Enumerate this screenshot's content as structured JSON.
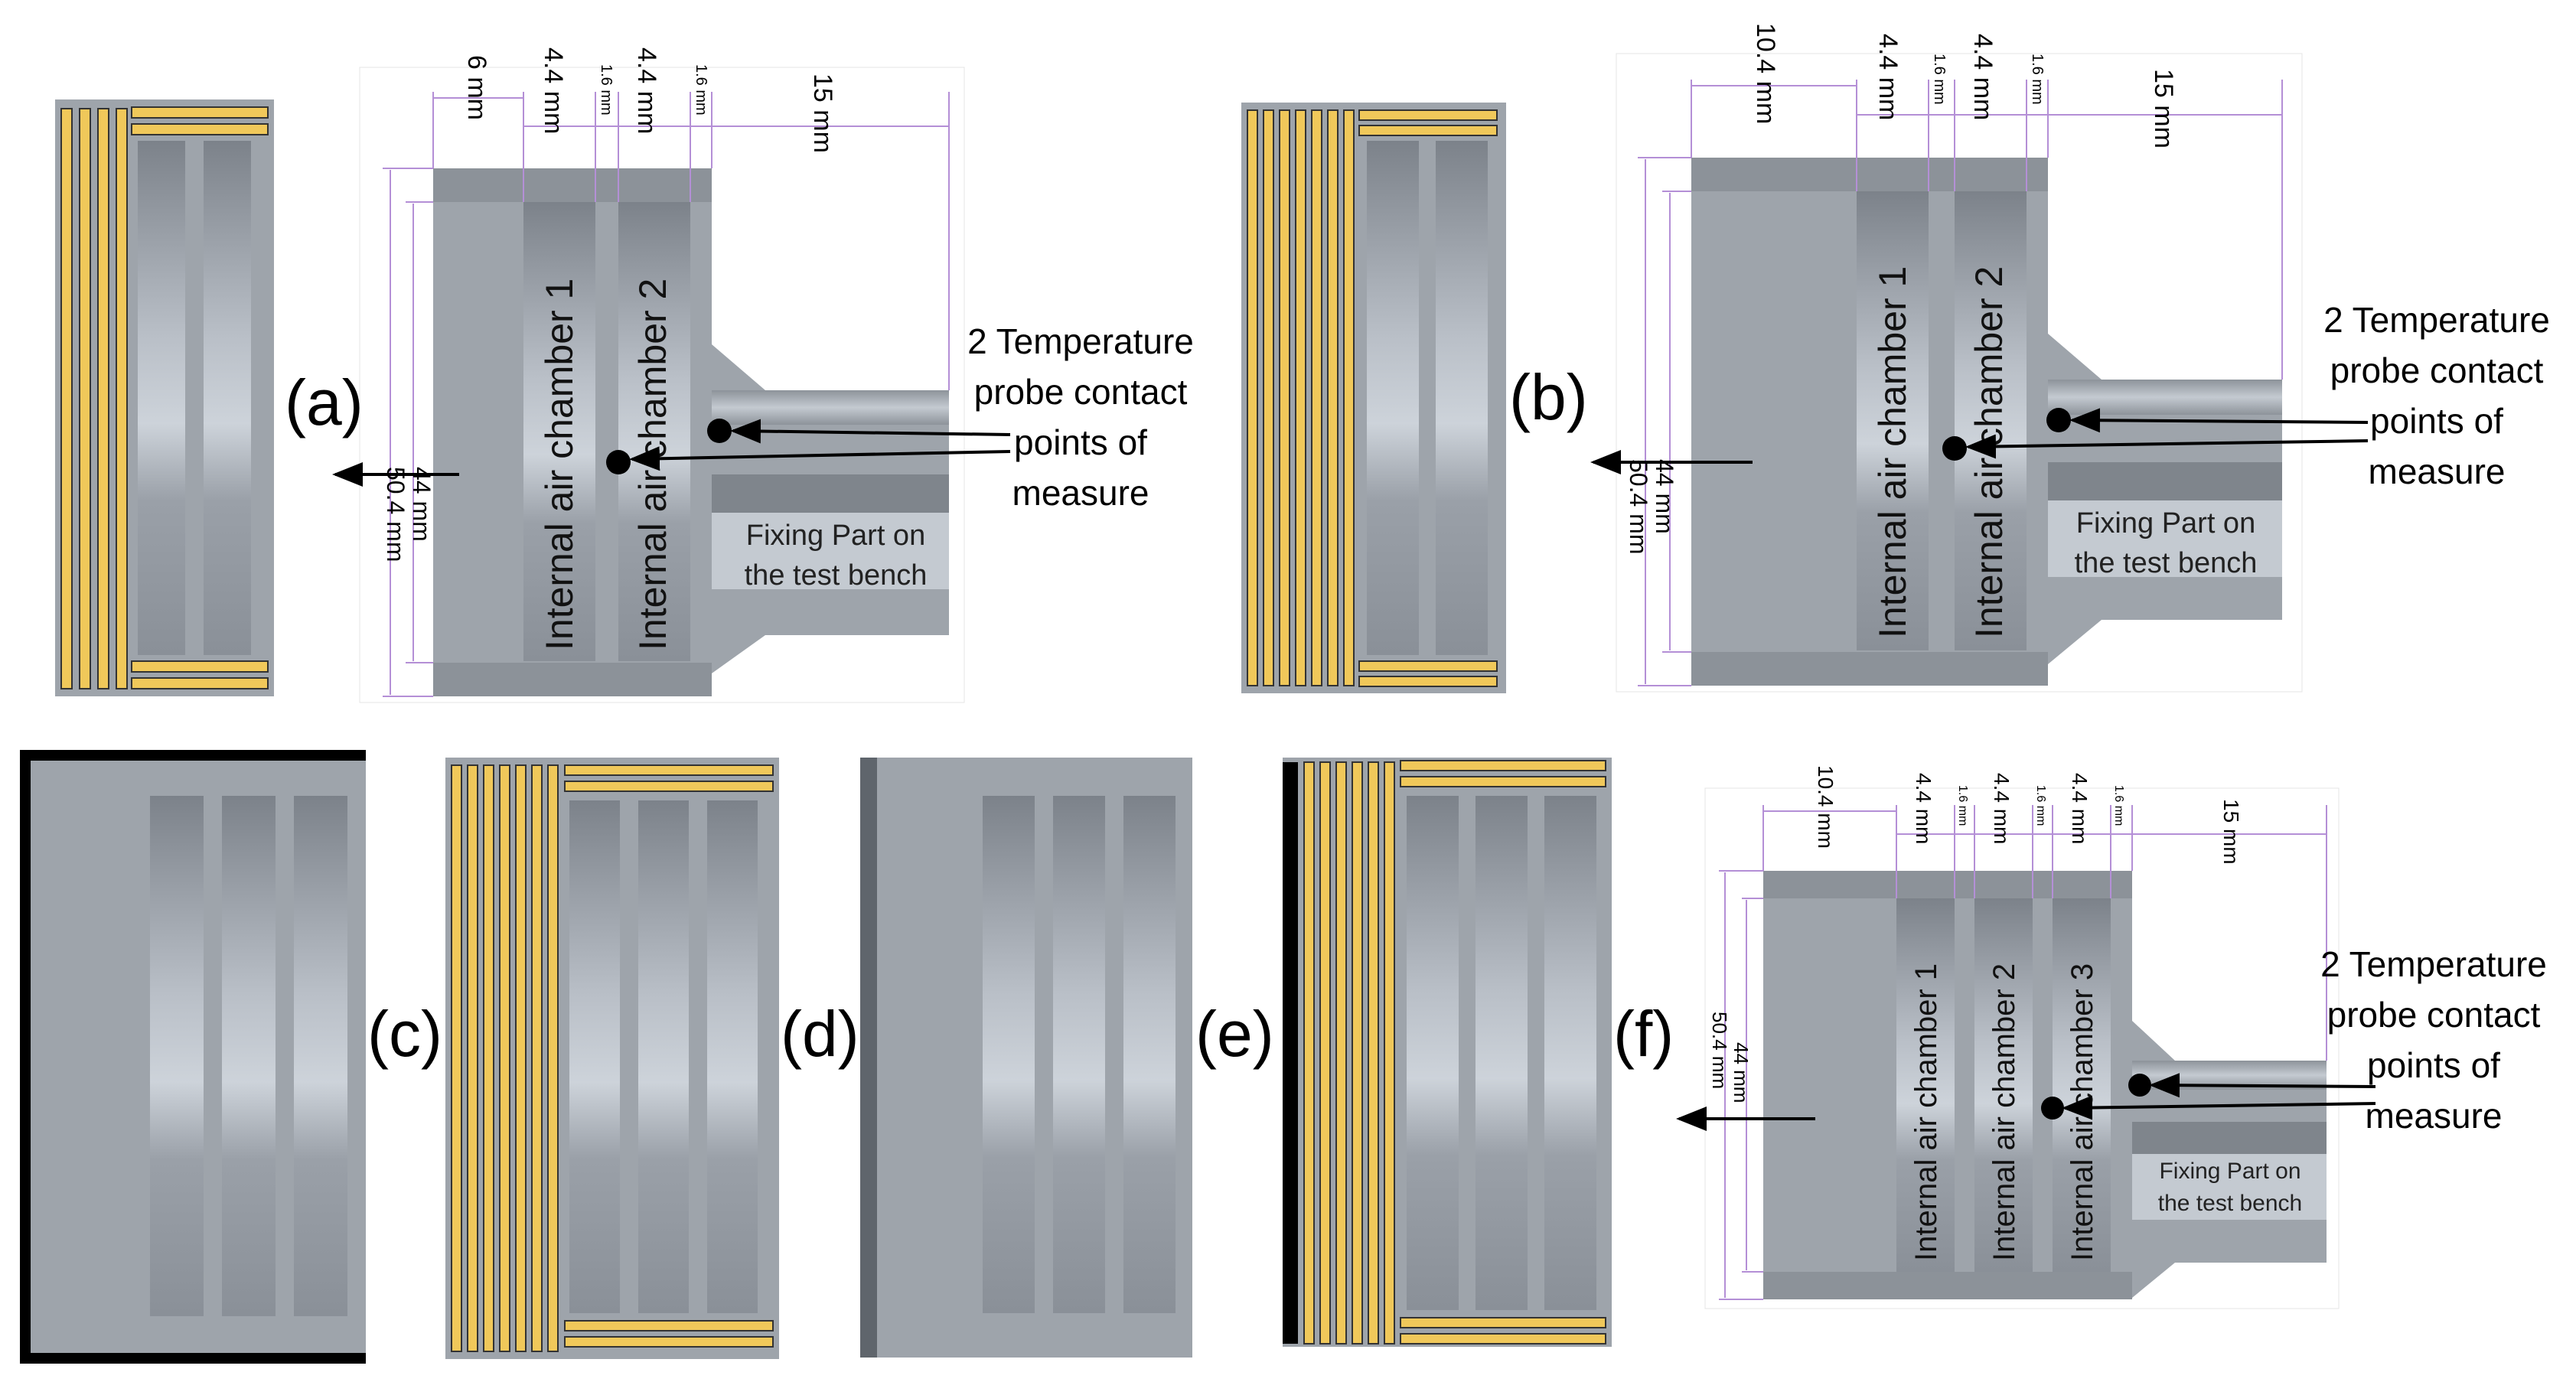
{
  "colors": {
    "body_gray": "#9ea4ab",
    "dark_gray": "#7f858c",
    "chamber_light": "#c9cfd6",
    "chamber_dark": "#7c828a",
    "gold": "#f0c85a",
    "dim_line": "#b48fd6",
    "black": "#000000"
  },
  "panels": {
    "a": {
      "label": "(a)"
    },
    "b": {
      "label": "(b)"
    },
    "c": {
      "label": "(c)"
    },
    "d": {
      "label": "(d)"
    },
    "e": {
      "label": "(e)"
    },
    "f": {
      "label": "(f)"
    }
  },
  "dims": {
    "a": {
      "left": "6 mm",
      "chamber1": "4.4 mm",
      "gap1": "1.6 mm",
      "chamber2": "4.4 mm",
      "gap2": "1.6 mm",
      "right": "15 mm",
      "h_inner": "44 mm",
      "h_outer": "50.4 mm"
    },
    "b": {
      "left": "10.4 mm",
      "chamber1": "4.4 mm",
      "gap1": "1.6 mm",
      "chamber2": "4.4 mm",
      "gap2": "1.6 mm",
      "right": "15 mm",
      "h_inner": "44 mm",
      "h_outer": "50.4 mm"
    },
    "f": {
      "left": "10.4 mm",
      "chamber1": "4.4 mm",
      "gap1": "1.6 mm",
      "chamber2": "4.4 mm",
      "gap2": "1.6 mm",
      "chamber3": "4.4 mm",
      "gap3": "1.6 mm",
      "right": "15 mm",
      "h_inner": "44 mm",
      "h_outer": "50.4 mm"
    }
  },
  "chambers": {
    "c1": "Internal air chamber 1",
    "c2": "Internal air chamber 2",
    "c3": "Internal air chamber 3"
  },
  "annotation": {
    "line1": "2 Temperature",
    "line2": "probe contact",
    "line3": "points of",
    "line4": "measure"
  },
  "fixing": {
    "line1": "Fixing Part on",
    "line2": "the test bench"
  }
}
